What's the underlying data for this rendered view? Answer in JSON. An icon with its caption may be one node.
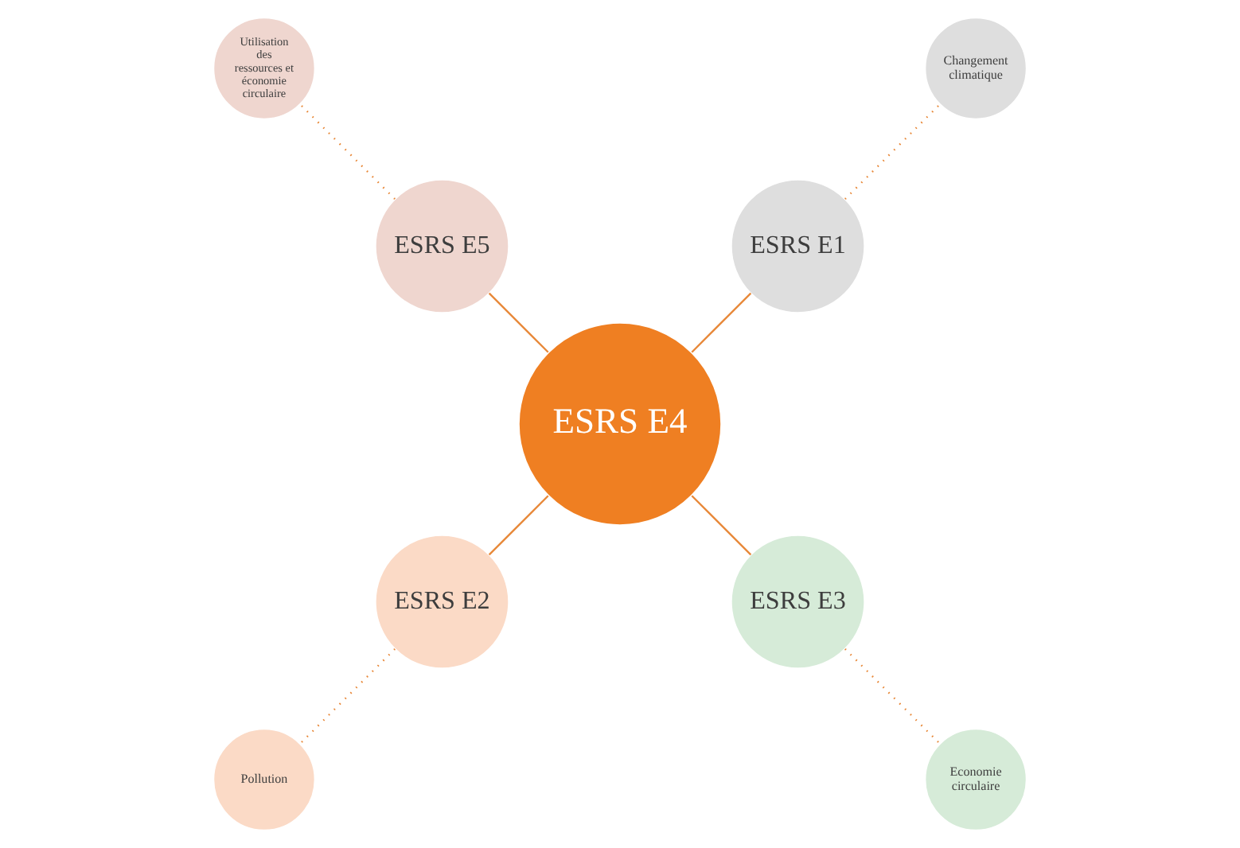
{
  "diagram": {
    "nodes": [
      {
        "text": [
          "Changement climatique"
        ]
      },
      {
        "text": [
          "ESRS E1"
        ]
      },
      {
        "text": [
          "Utilisation des ressources et économie circulaire"
        ]
      },
      {
        "text": [
          "ESRS E5"
        ]
      },
      {
        "text": [
          "ESRS E4"
        ]
      },
      {
        "text": [
          "ESRS E2"
        ]
      },
      {
        "text": [
          "Pollution"
        ]
      },
      {
        "text": [
          "ESRS E3"
        ]
      },
      {
        "text": [
          "Economie circulaire"
        ]
      }
    ],
    "edges": [
      {
        "from": 4,
        "to": 1,
        "arrow": "none"
      },
      {
        "from": 4,
        "to": 3,
        "arrow": "none"
      },
      {
        "from": 4,
        "to": 5,
        "arrow": "none"
      },
      {
        "from": 4,
        "to": 7,
        "arrow": "none"
      },
      {
        "from": 1,
        "to": 0,
        "arrow": "none",
        "style": "dashed"
      },
      {
        "from": 3,
        "to": 2,
        "arrow": "none",
        "style": "dashed"
      },
      {
        "from": 5,
        "to": 6,
        "arrow": "none",
        "style": "dashed"
      },
      {
        "from": 7,
        "to": 8,
        "arrow": "none",
        "style": "dashed"
      }
    ]
  }
}
